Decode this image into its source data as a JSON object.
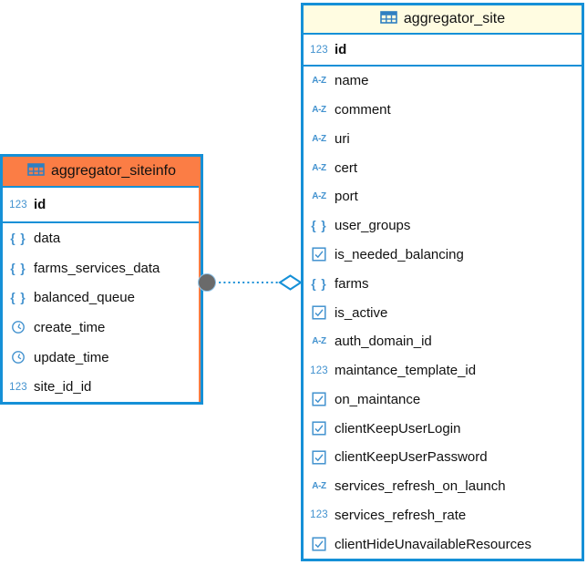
{
  "diagram": {
    "colors": {
      "border_blue": "#1590d7",
      "icon_blue": "#4292cf",
      "selected_header_orange": "#fb7d45",
      "header_cream": "#fffce1",
      "endpoint_gray": "#6a6a6a",
      "text": "#111111"
    },
    "type_icon_glyphs": {
      "number": "123",
      "text": "A-Z",
      "json": "{ }"
    },
    "tables": [
      {
        "name": "aggregator_siteinfo",
        "selected": true,
        "primary_key": {
          "name": "id",
          "type": "number"
        },
        "columns": [
          {
            "name": "data",
            "type": "json"
          },
          {
            "name": "farms_services_data",
            "type": "json"
          },
          {
            "name": "balanced_queue",
            "type": "json"
          },
          {
            "name": "create_time",
            "type": "datetime"
          },
          {
            "name": "update_time",
            "type": "datetime"
          },
          {
            "name": "site_id_id",
            "type": "number"
          }
        ]
      },
      {
        "name": "aggregator_site",
        "selected": false,
        "primary_key": {
          "name": "id",
          "type": "number"
        },
        "columns": [
          {
            "name": "name",
            "type": "text"
          },
          {
            "name": "comment",
            "type": "text"
          },
          {
            "name": "uri",
            "type": "text"
          },
          {
            "name": "cert",
            "type": "text"
          },
          {
            "name": "port",
            "type": "text"
          },
          {
            "name": "user_groups",
            "type": "json"
          },
          {
            "name": "is_needed_balancing",
            "type": "boolean"
          },
          {
            "name": "farms",
            "type": "json"
          },
          {
            "name": "is_active",
            "type": "boolean"
          },
          {
            "name": "auth_domain_id",
            "type": "text"
          },
          {
            "name": "maintance_template_id",
            "type": "number"
          },
          {
            "name": "on_maintance",
            "type": "boolean"
          },
          {
            "name": "clientKeepUserLogin",
            "type": "boolean"
          },
          {
            "name": "clientKeepUserPassword",
            "type": "boolean"
          },
          {
            "name": "services_refresh_on_launch",
            "type": "text"
          },
          {
            "name": "services_refresh_rate",
            "type": "number"
          },
          {
            "name": "clientHideUnavailableResources",
            "type": "boolean"
          }
        ]
      }
    ],
    "relationship": {
      "from_table": "aggregator_siteinfo",
      "to_table": "aggregator_site",
      "line_style": "dotted",
      "from_marker": "filled-circle",
      "to_marker": "open-diamond"
    }
  }
}
